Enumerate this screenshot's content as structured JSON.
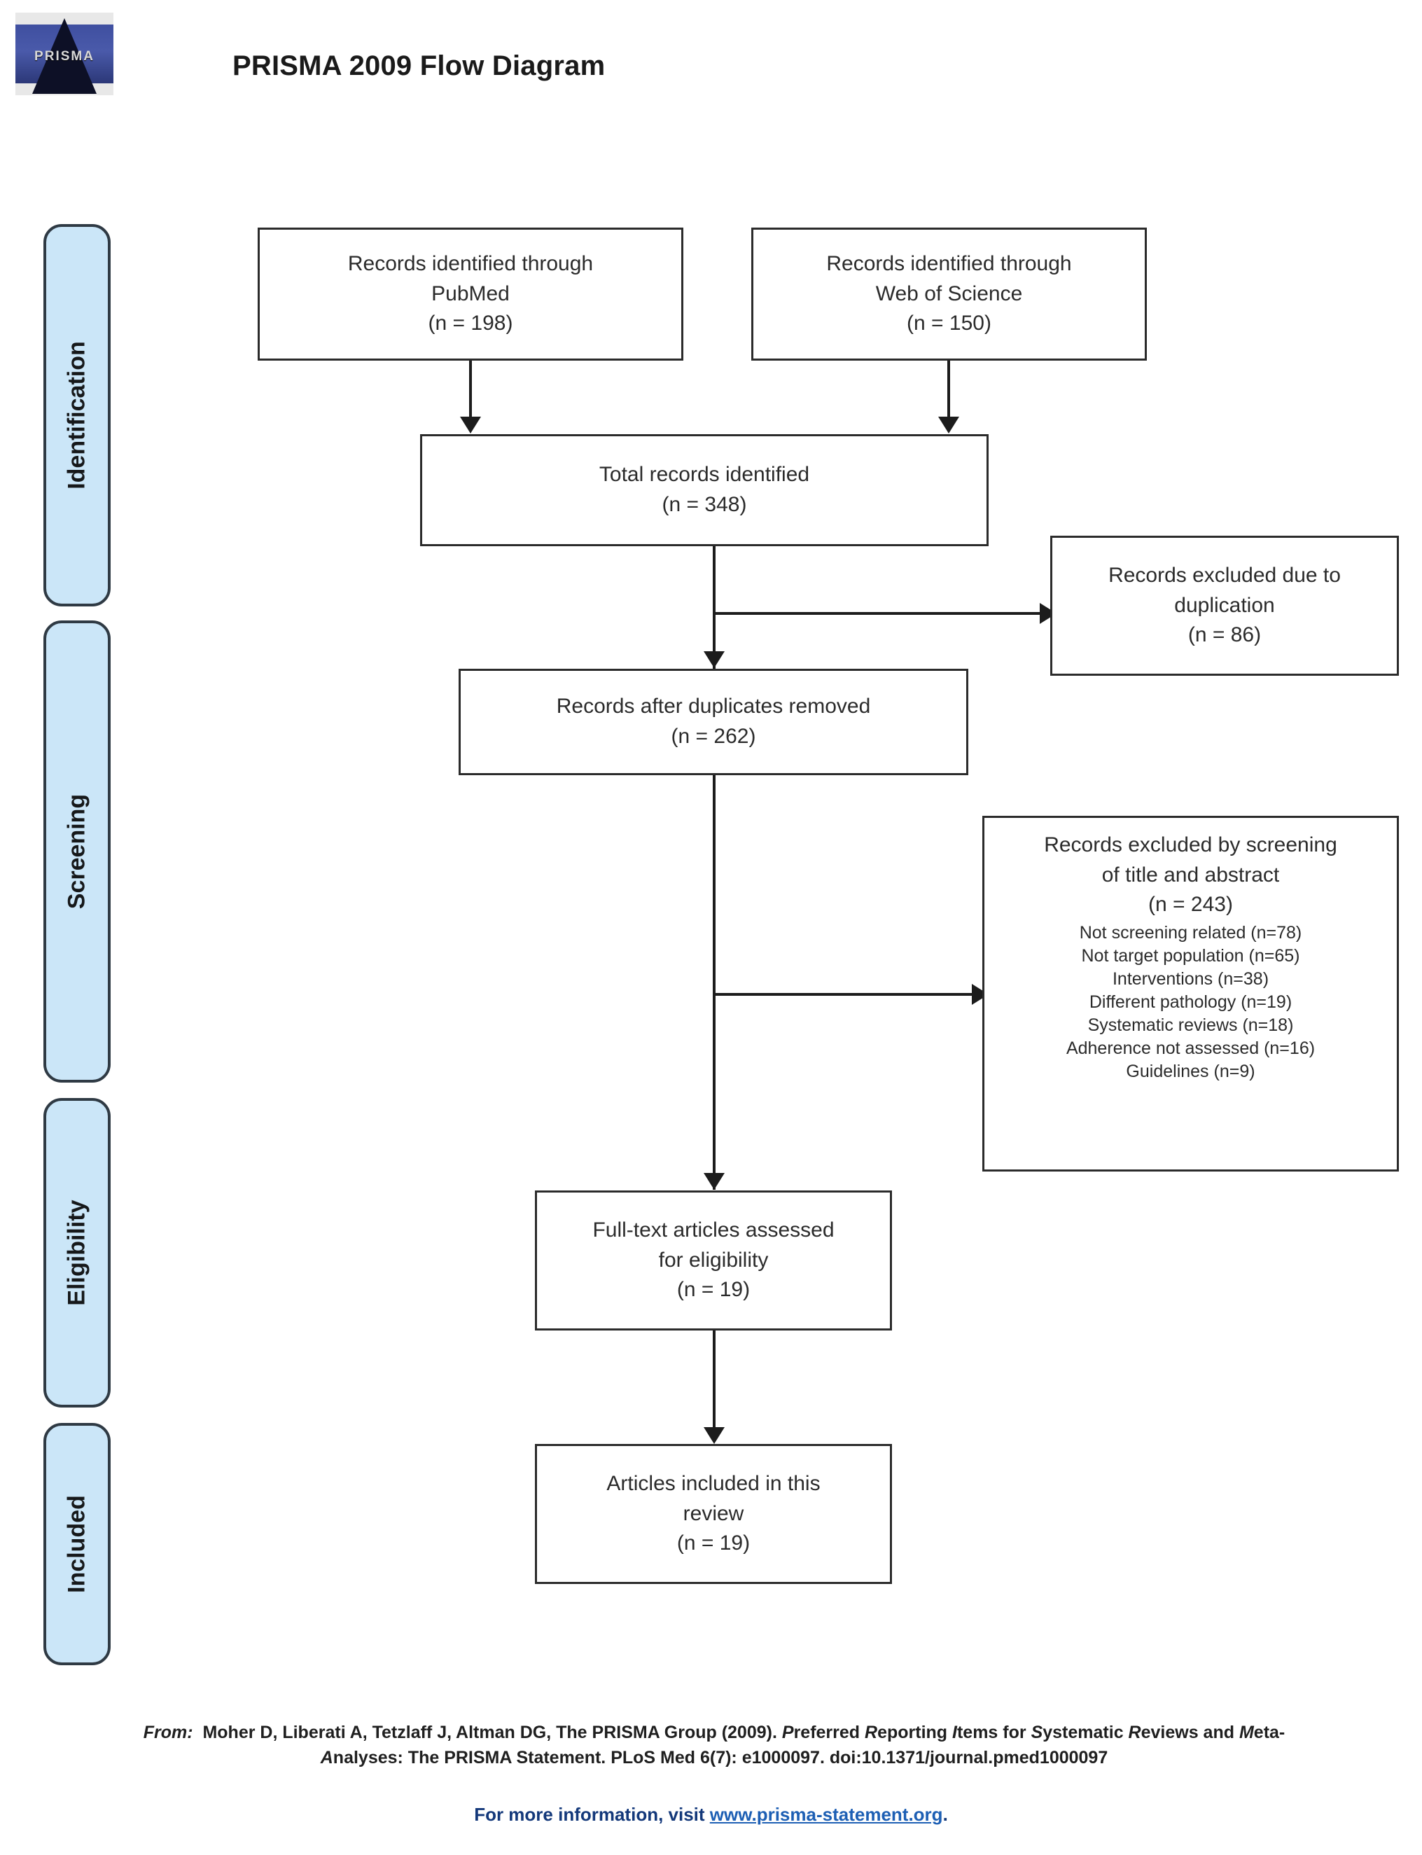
{
  "header": {
    "title": "PRISMA 2009 Flow Diagram",
    "logo_text": "PRISMA"
  },
  "stages": [
    {
      "label": "Identification"
    },
    {
      "label": "Screening"
    },
    {
      "label": "Eligibility"
    },
    {
      "label": "Included"
    }
  ],
  "boxes": {
    "pubmed": {
      "line1": "Records identified through",
      "line2": "PubMed",
      "count": "(n = 198)"
    },
    "wos": {
      "line1": "Records identified through",
      "line2": "Web of Science",
      "count": "(n =  150)"
    },
    "total": {
      "line1": "Total records identified",
      "count": "(n = 348)"
    },
    "excluded_duplicates": {
      "line1": "Records excluded due to",
      "line2": "duplication",
      "count": "(n = 86)"
    },
    "after_duplicates": {
      "line1": "Records after duplicates  removed",
      "count": "(n = 262)"
    },
    "excluded_screening": {
      "line1": "Records excluded by screening",
      "line2": "of title and abstract",
      "count": "(n = 243)",
      "reasons": [
        "Not screening related (n=78)",
        "Not target population (n=65)",
        "Interventions (n=38)",
        "Different pathology (n=19)",
        "Systematic reviews (n=18)",
        "Adherence not assessed (n=16)",
        "Guidelines (n=9)"
      ]
    },
    "fulltext": {
      "line1": "Full-text articles assessed",
      "line2": "for eligibility",
      "count": "(n = 19)"
    },
    "included": {
      "line1": "Articles included in this",
      "line2": "review",
      "count": "(n = 19)"
    }
  },
  "footer": {
    "from_label": "From:",
    "citation_part1": "Moher D, Liberati A, Tetzlaff J, Altman DG, The PRISMA Group (2009).",
    "citation_italic1": "P",
    "citation_plain1": "referred ",
    "citation_italic2": "R",
    "citation_plain2": "eporting ",
    "citation_italic3": "I",
    "citation_plain3": "tems for ",
    "citation_italic4": "S",
    "citation_plain4": "ystematic ",
    "citation_italic5": "R",
    "citation_plain5": "eviews and ",
    "citation_italic6": "M",
    "citation_plain6": "eta-",
    "citation_line2_italic": "A",
    "citation_line2": "nalyses: The PRISMA Statement. PLoS Med 6(7): e1000097. doi:10.1371/journal.pmed1000097",
    "more_info_prefix": "For more information, visit ",
    "more_info_link": "www.prisma-statement.org",
    "more_info_suffix": "."
  },
  "colors": {
    "stage_fill": "#cbe6f8",
    "stage_border": "#2f3a44",
    "box_border": "#2b2b2b",
    "connector": "#1c1c1c",
    "link": "#1d5fb4",
    "footer_text": "#13387a"
  }
}
